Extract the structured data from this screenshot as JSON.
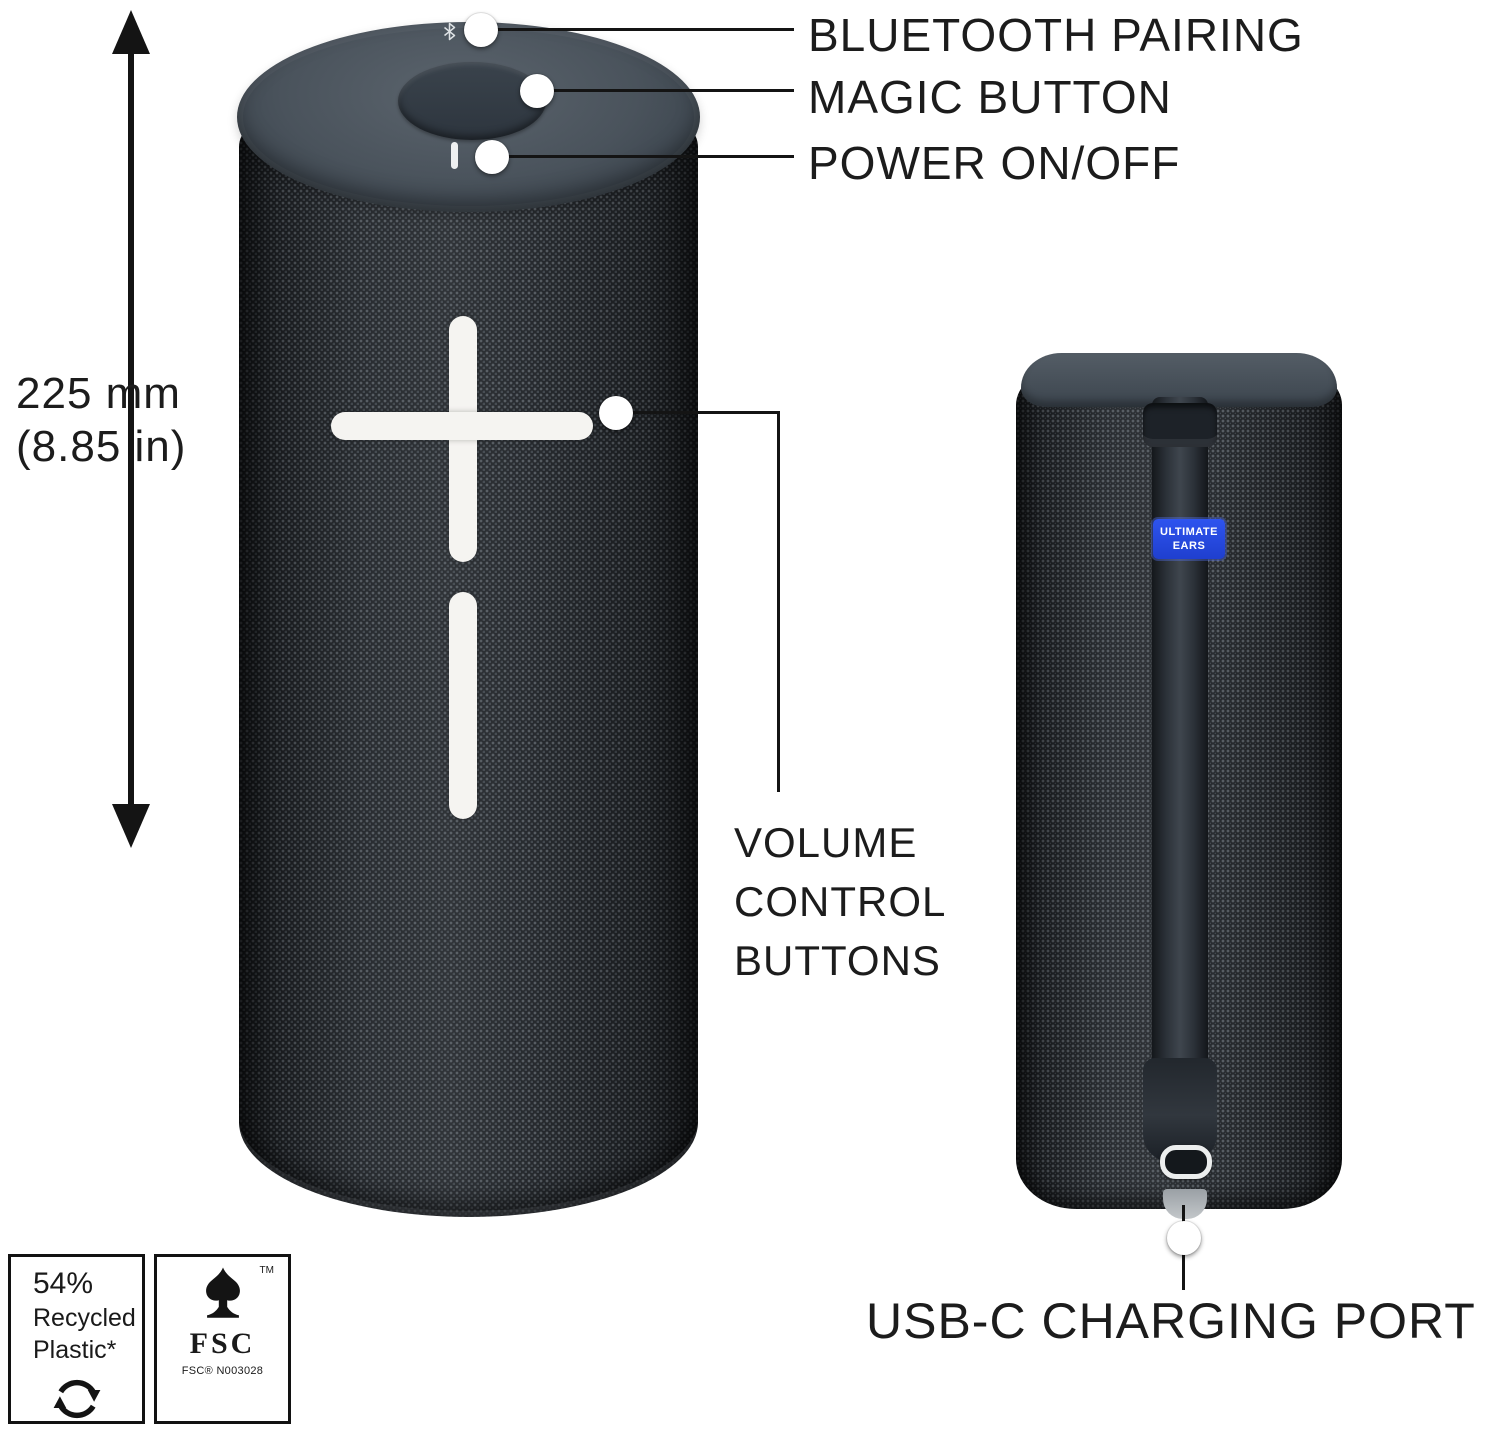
{
  "dimension": {
    "text": "225 mm\n(8.85 in)"
  },
  "callouts": {
    "bluetooth": "BLUETOOTH PAIRING",
    "magic": "MAGIC BUTTON",
    "power": "POWER ON/OFF",
    "volume": "VOLUME\nCONTROL\nBUTTONS",
    "usb": "USB-C CHARGING PORT"
  },
  "back_badge": {
    "line1": "ULTIMATE",
    "line2": "EARS"
  },
  "badges": {
    "recycled": {
      "percent": "54%",
      "line1": "Recycled",
      "line2": "Plastic*"
    },
    "fsc": {
      "name": "FSC",
      "tm": "TM",
      "cert": "FSC® N003028"
    }
  },
  "colors": {
    "accent_blue": "#2447e0",
    "line": "#141414",
    "mesh": "#202327",
    "cap_gray": "#49525b",
    "volume_marks": "#f5f4f1"
  }
}
